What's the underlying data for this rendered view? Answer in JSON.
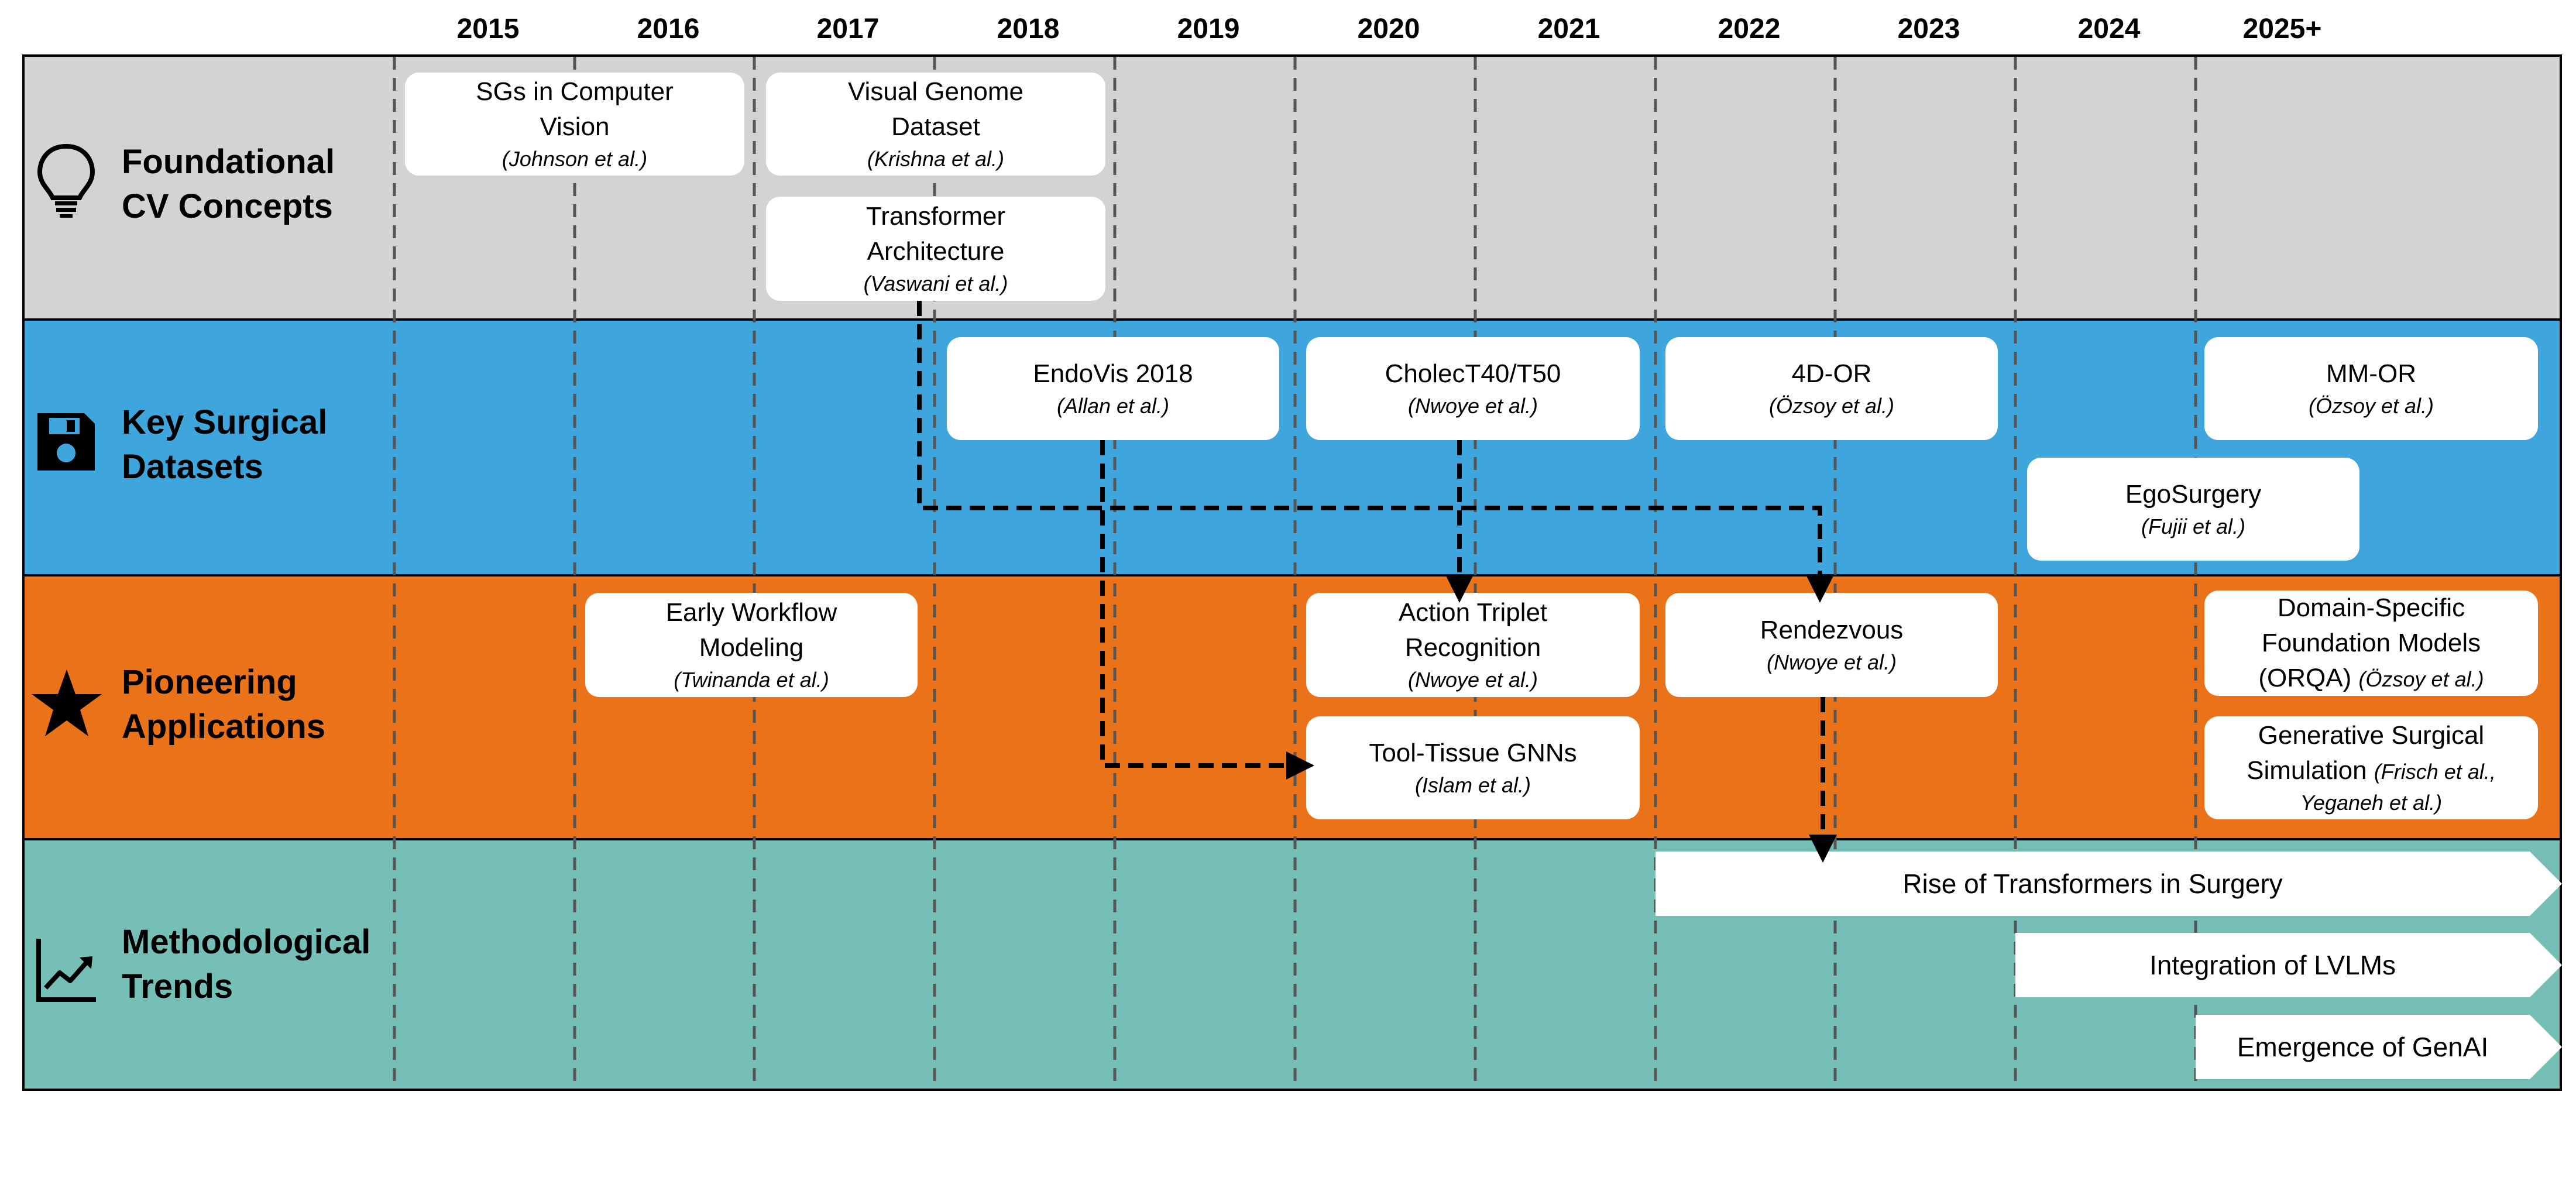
{
  "years": [
    "2015",
    "2016",
    "2017",
    "2018",
    "2019",
    "2020",
    "2021",
    "2022",
    "2023",
    "2024",
    "2025+"
  ],
  "lanes": [
    {
      "label_line1": "Foundational",
      "label_line2": "CV Concepts",
      "icon": "lightbulb-icon"
    },
    {
      "label_line1": "Key Surgical",
      "label_line2": "Datasets",
      "icon": "floppy-disk-icon"
    },
    {
      "label_line1": "Pioneering",
      "label_line2": "Applications",
      "icon": "star-icon"
    },
    {
      "label_line1": "Methodological",
      "label_line2": "Trends",
      "icon": "trend-chart-icon"
    }
  ],
  "cards": {
    "sgs_cv": {
      "title1": "SGs in Computer",
      "title2": "Vision",
      "citation": "(Johnson et al.)"
    },
    "visual_genome": {
      "title1": "Visual Genome",
      "title2": "Dataset",
      "citation": "(Krishna et al.)"
    },
    "transformer": {
      "title1": "Transformer",
      "title2": "Architecture",
      "citation": "(Vaswani et al.)"
    },
    "endovis": {
      "title1": "EndoVis 2018",
      "citation": "(Allan et al.)"
    },
    "cholect": {
      "title1": "CholecT40/T50",
      "citation": "(Nwoye et al.)"
    },
    "fourd_or": {
      "title1": "4D-OR",
      "citation": "(Özsoy et al.)"
    },
    "mm_or": {
      "title1": "MM-OR",
      "citation": "(Özsoy et al.)"
    },
    "egosurgery": {
      "title1": "EgoSurgery",
      "citation": "(Fujii et al.)"
    },
    "early_workflow": {
      "title1": "Early Workflow",
      "title2": "Modeling",
      "citation": "(Twinanda et al.)"
    },
    "action_triplet": {
      "title1": "Action Triplet",
      "title2": "Recognition",
      "citation": "(Nwoye et al.)"
    },
    "rendezvous": {
      "title1": "Rendezvous",
      "citation": "(Nwoye et al.)"
    },
    "domain_specific": {
      "title1": "Domain-Specific",
      "title2": "Foundation Models",
      "title3": "(ORQA)",
      "citation": "(Özsoy et al.)"
    },
    "tool_tissue": {
      "title1": "Tool-Tissue GNNs",
      "citation": "(Islam et al.)"
    },
    "generative": {
      "title1": "Generative Surgical",
      "title2": "Simulation",
      "citation_a": "(Frisch et al.,",
      "citation_b": "Yeganeh et al.)"
    }
  },
  "trends": [
    {
      "label": "Rise of Transformers in Surgery"
    },
    {
      "label": "Integration of LVLMs"
    },
    {
      "label": "Emergence of GenAI"
    }
  ],
  "colors": {
    "foundational_bg": "#d3d3d3",
    "datasets_bg": "#3ea6dc",
    "applications_bg": "#ea7219",
    "trends_bg": "#75bfb6",
    "card_bg": "#ffffff",
    "divider": "#555555"
  }
}
